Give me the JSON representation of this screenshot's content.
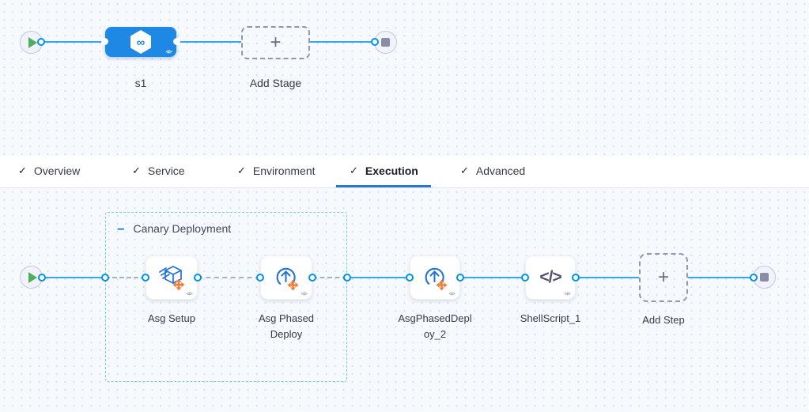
{
  "stage_panel": {
    "stage": {
      "label": "s1",
      "code_badge": "</>",
      "infinity_glyph": "∞"
    },
    "add_stage": {
      "label": "Add Stage",
      "plus": "+"
    }
  },
  "tabs": {
    "check": "✓",
    "items": [
      {
        "label": "Overview"
      },
      {
        "label": "Service"
      },
      {
        "label": "Environment"
      },
      {
        "label": "Execution"
      },
      {
        "label": "Advanced"
      }
    ],
    "active": "Execution"
  },
  "execution_panel": {
    "group": {
      "collapse_glyph": "–",
      "label": "Canary Deployment"
    },
    "steps": [
      {
        "label": "Asg Setup",
        "icon": "asg-setup-cube",
        "code_badge": "</>"
      },
      {
        "label": "Asg Phased Deploy",
        "icon": "phased-deploy-circle-arrow",
        "code_badge": "</>"
      },
      {
        "label": "AsgPhasedDeploy_2",
        "icon": "phased-deploy-circle-arrow",
        "code_badge": "</>"
      },
      {
        "label": "ShellScript_1",
        "icon": "shell-script-code",
        "glyph": "</>",
        "code_badge": "</>"
      }
    ],
    "add_step": {
      "label": "Add Step",
      "plus": "+"
    }
  },
  "colors": {
    "line_blue": "#35a7f0",
    "dot_ring": "#0092e4",
    "stage_blue": "#1e88e5",
    "tab_underline": "#2b77cf",
    "icon_blue": "#2373d9",
    "move_arrows_orange": "#f17d37",
    "group_border": "#74c7ef",
    "canvas_bg": "#f7fafd"
  }
}
